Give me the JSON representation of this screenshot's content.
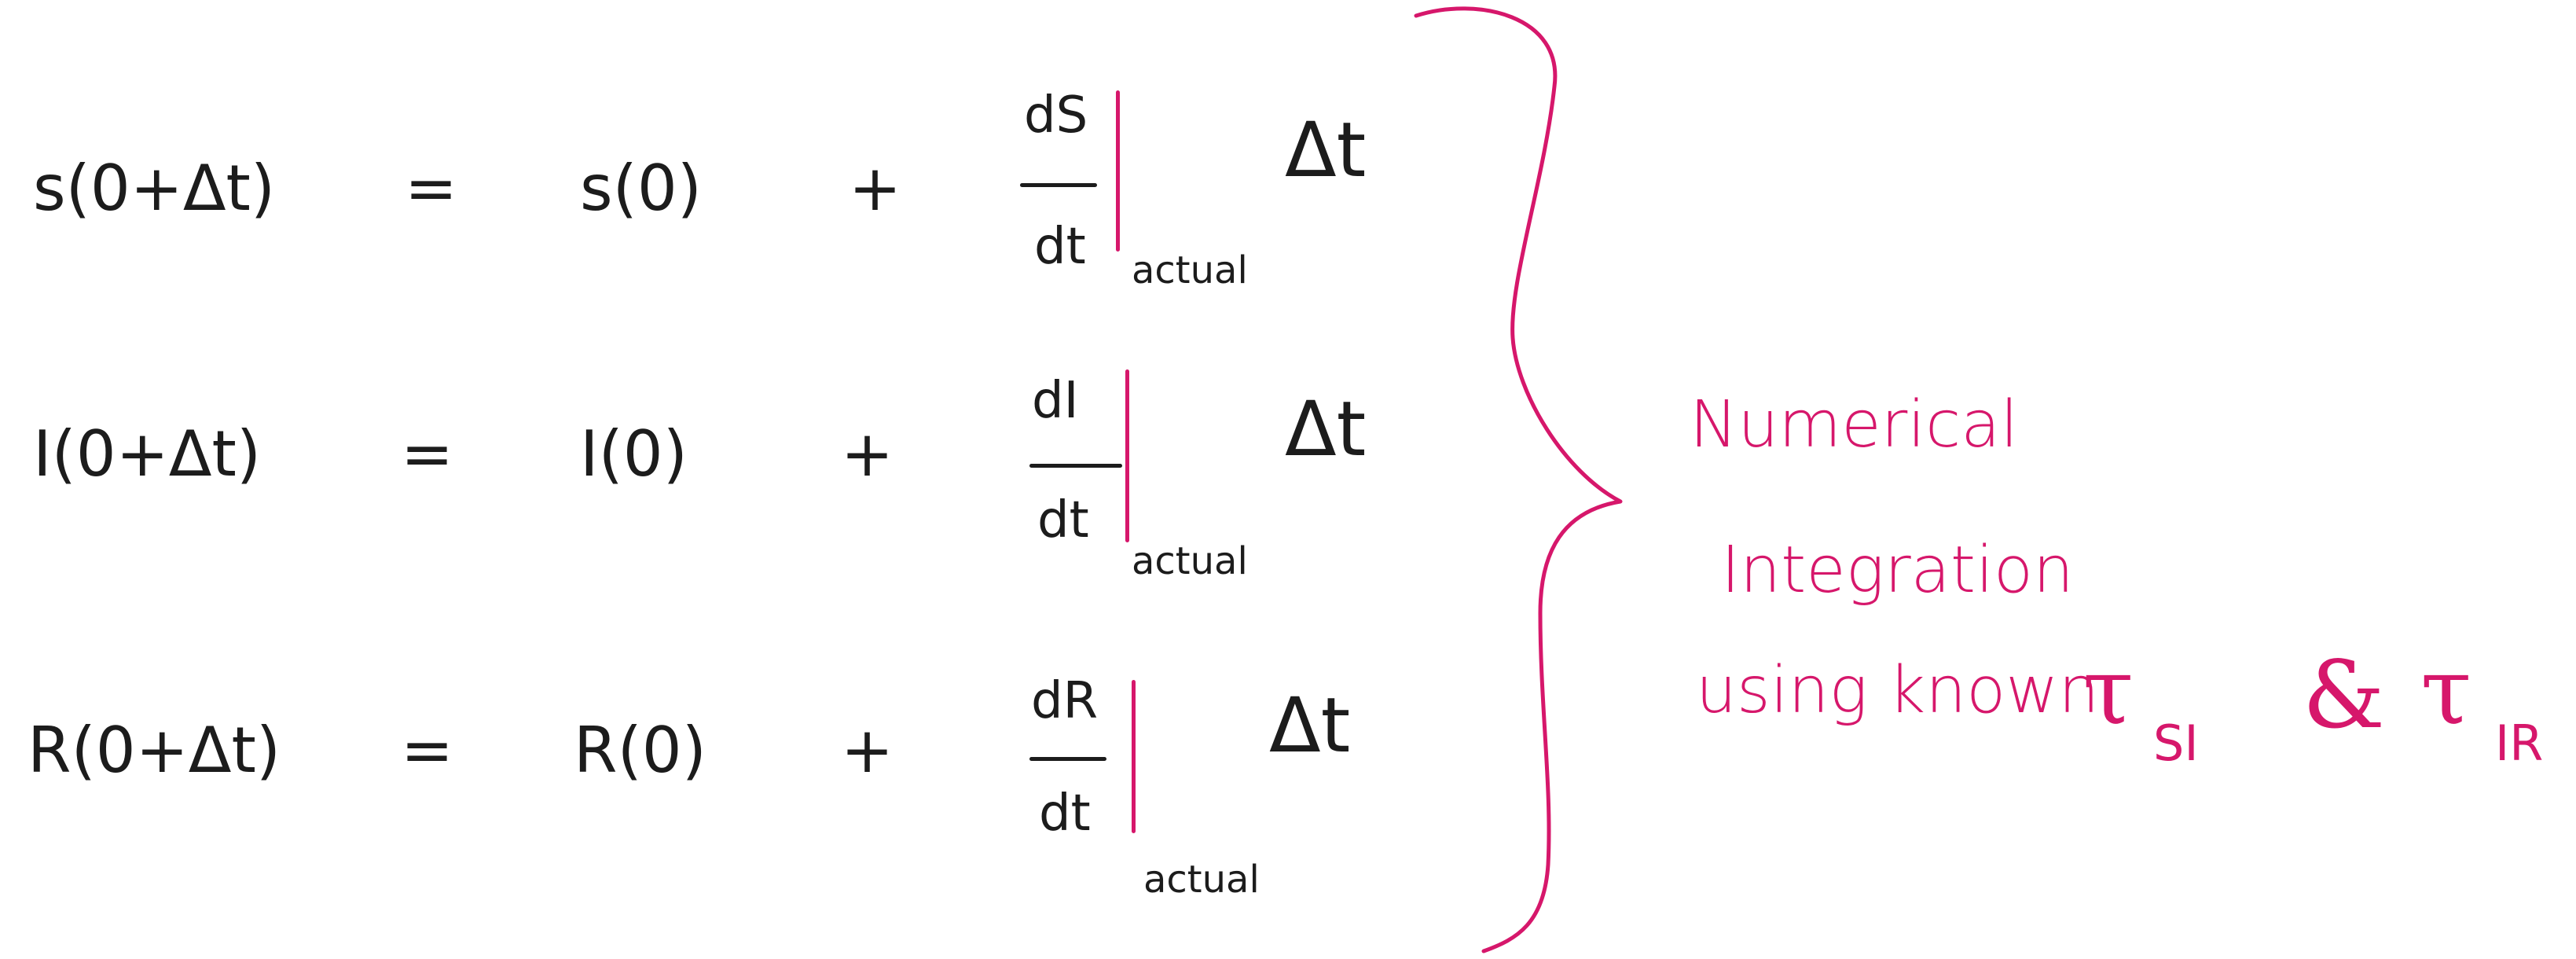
{
  "colors": {
    "ink": "#1c1c1c",
    "accent": "#d6176b",
    "background": "#ffffff"
  },
  "equations": [
    {
      "lhs": "s(0+Δt)",
      "eq": "=",
      "term0": "s(0)",
      "plus": "+",
      "numerator": "dS",
      "denominator": "dt",
      "subscript": "actual",
      "delta": "Δt"
    },
    {
      "lhs": "I(0+Δt)",
      "eq": "=",
      "term0": "I(0)",
      "plus": "+",
      "numerator": "dI",
      "denominator": "dt",
      "subscript": "actual",
      "delta": "Δt"
    },
    {
      "lhs": "R(0+Δt)",
      "eq": "=",
      "term0": "R(0)",
      "plus": "+",
      "numerator": "dR",
      "denominator": "dt",
      "subscript": "actual",
      "delta": "Δt"
    }
  ],
  "annotation": {
    "line1": "Numerical",
    "line2": "Integration",
    "line3": "using known",
    "tau1": "τ",
    "tau1_sub": "SI",
    "amp": "&",
    "tau2": "τ",
    "tau2_sub": "IR"
  }
}
